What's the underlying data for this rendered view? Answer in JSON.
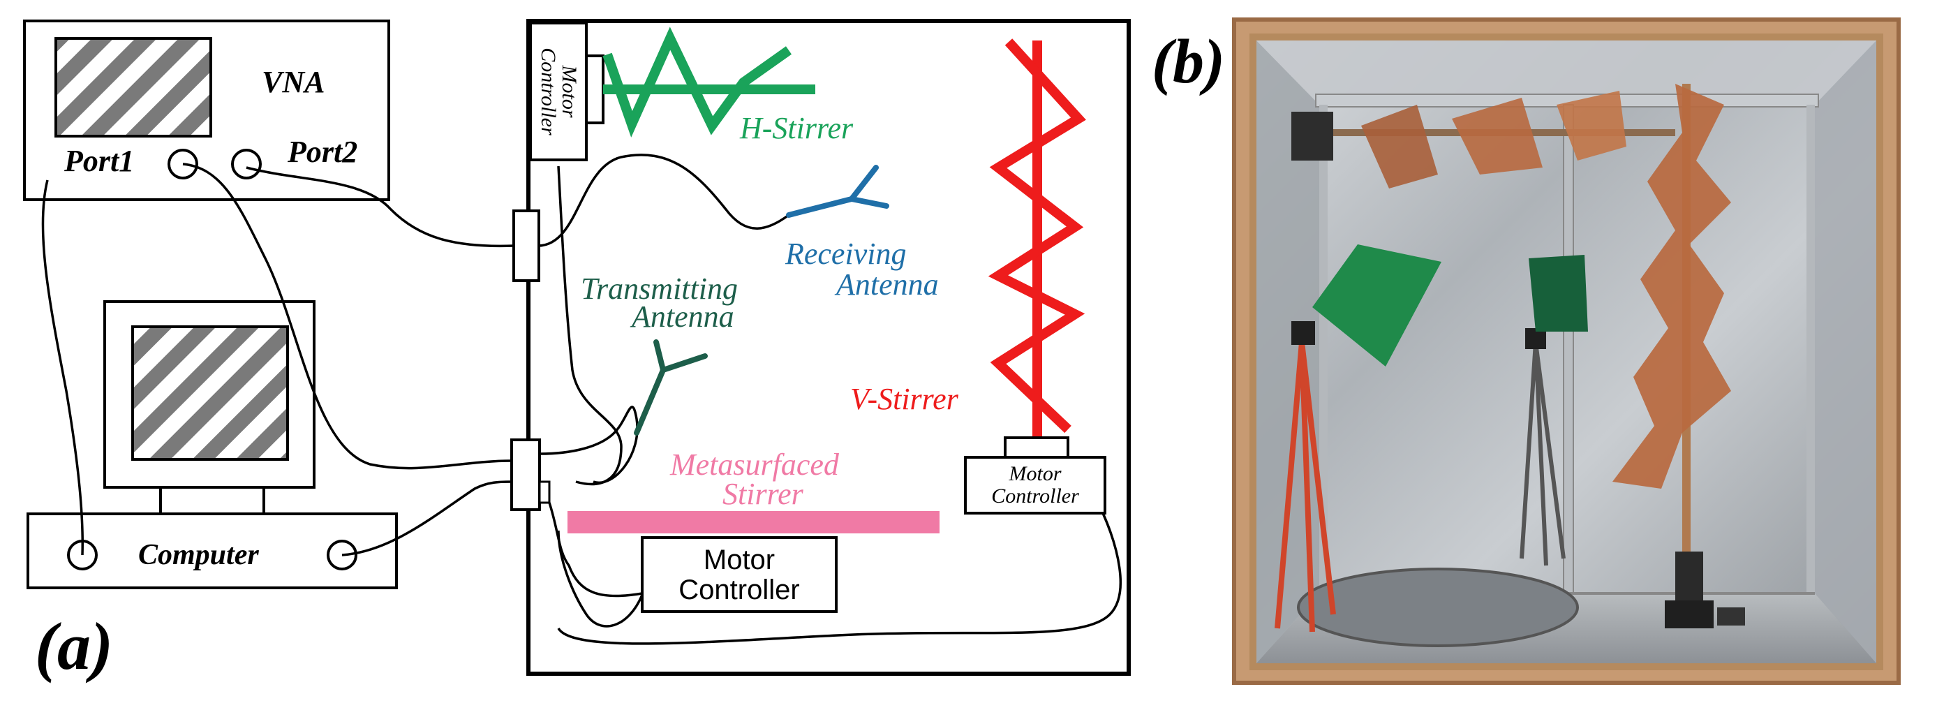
{
  "panel_a": {
    "label": "(a)",
    "vna": {
      "label": "VNA",
      "port1": "Port1",
      "port2": "Port2"
    },
    "computer": {
      "label": "Computer"
    },
    "motor_controller_top": {
      "line1": "Motor",
      "line2": "Controller"
    },
    "motor_controller_right": {
      "line1": "Motor",
      "line2": "Controller"
    },
    "motor_controller_bottom": {
      "line1": "Motor",
      "line2": "Controller"
    },
    "h_stirrer": "H-Stirrer",
    "v_stirrer": "V-Stirrer",
    "receiving_antenna": {
      "line1": "Receiving",
      "line2": "Antenna"
    },
    "transmitting_antenna": {
      "line1": "Transmitting",
      "line2": "Antenna"
    },
    "metasurfaced_stirrer": {
      "line1": "Metasurfaced",
      "line2": "Stirrer"
    }
  },
  "panel_b": {
    "label": "(b)"
  },
  "colors": {
    "h_stirrer": "#1aa35a",
    "v_stirrer": "#ee1c1c",
    "receiving_antenna": "#1f6fa8",
    "transmitting_antenna": "#1d5e4a",
    "metasurfaced_stirrer": "#f07aa5",
    "line": "#000000"
  }
}
